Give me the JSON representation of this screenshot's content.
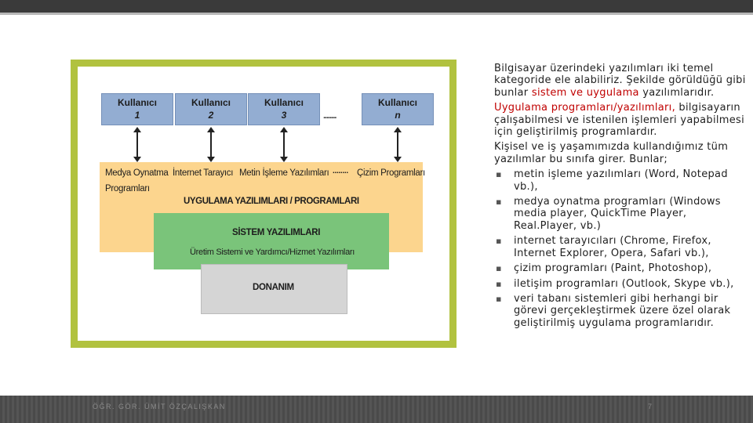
{
  "slide": {
    "footer_text": "ÖĞR. GÖR. ÜMİT ÖZÇALIŞKAN",
    "page_number": "7"
  },
  "diagram": {
    "users": [
      {
        "label": "Kullanıcı",
        "number": "1"
      },
      {
        "label": "Kullanıcı",
        "number": "2"
      },
      {
        "label": "Kullanıcı",
        "number": "3"
      },
      {
        "label": "Kullanıcı",
        "number": "n"
      }
    ],
    "user_dots": "........",
    "apps": {
      "media_line1": "Medya Oynatma",
      "media_line2": "Programları",
      "internet": "İnternet Tarayıcı",
      "text_editor": "Metin İşleme Yazılımları",
      "dots": "........",
      "drawing": "Çizim Programları",
      "title": "UYGULAMA YAZILIMLARI / PROGRAMLARI"
    },
    "system": {
      "title": "SİSTEM YAZILIMLARI",
      "subtitle": "Üretim Sistemi ve Yardımcı/Hizmet Yazılımları"
    },
    "hardware": {
      "title": "DONANIM"
    }
  },
  "text": {
    "p1_before": "Bilgisayar üzerindeki yazılımları iki temel kategoride ele alabiliriz. Şekilde görüldüğü gibi bunlar ",
    "p1_highlight": "sistem ve uygulama",
    "p1_after": " yazılımlarıdır.",
    "p2_highlight": "Uygulama programları/yazılımları,",
    "p2_after": " bilgisayarın çalışabilmesi ve istenilen işlemleri yapabilmesi için geliştirilmiş programlardır.",
    "p3": "Kişisel ve iş yaşamımızda kullandığımız tüm yazılımlar bu sınıfa girer. Bunlar;",
    "bullets": [
      "metin işleme yazılımları (Word, Notepad vb.),",
      "medya oynatma programları (Windows media player, QuickTime Player, Real.Player, vb.)",
      "internet tarayıcıları (Chrome, Firefox, Internet Explorer, Opera, Safari vb.),",
      "çizim programları (Paint, Photoshop),",
      "iletişim programları (Outlook, Skype vb.),",
      "veri tabanı sistemleri gibi herhangi bir görevi gerçekleştirmek üzere özel olarak geliştirilmiş uygulama programlarıdır."
    ],
    "bullet_symbol": "▪"
  },
  "colors": {
    "frame": "#b1c23f",
    "user_box": "#93add2",
    "application_band": "#fcd58e",
    "system_band": "#7ac47a",
    "hardware_band": "#d5d5d5",
    "highlight": "#c00000"
  }
}
